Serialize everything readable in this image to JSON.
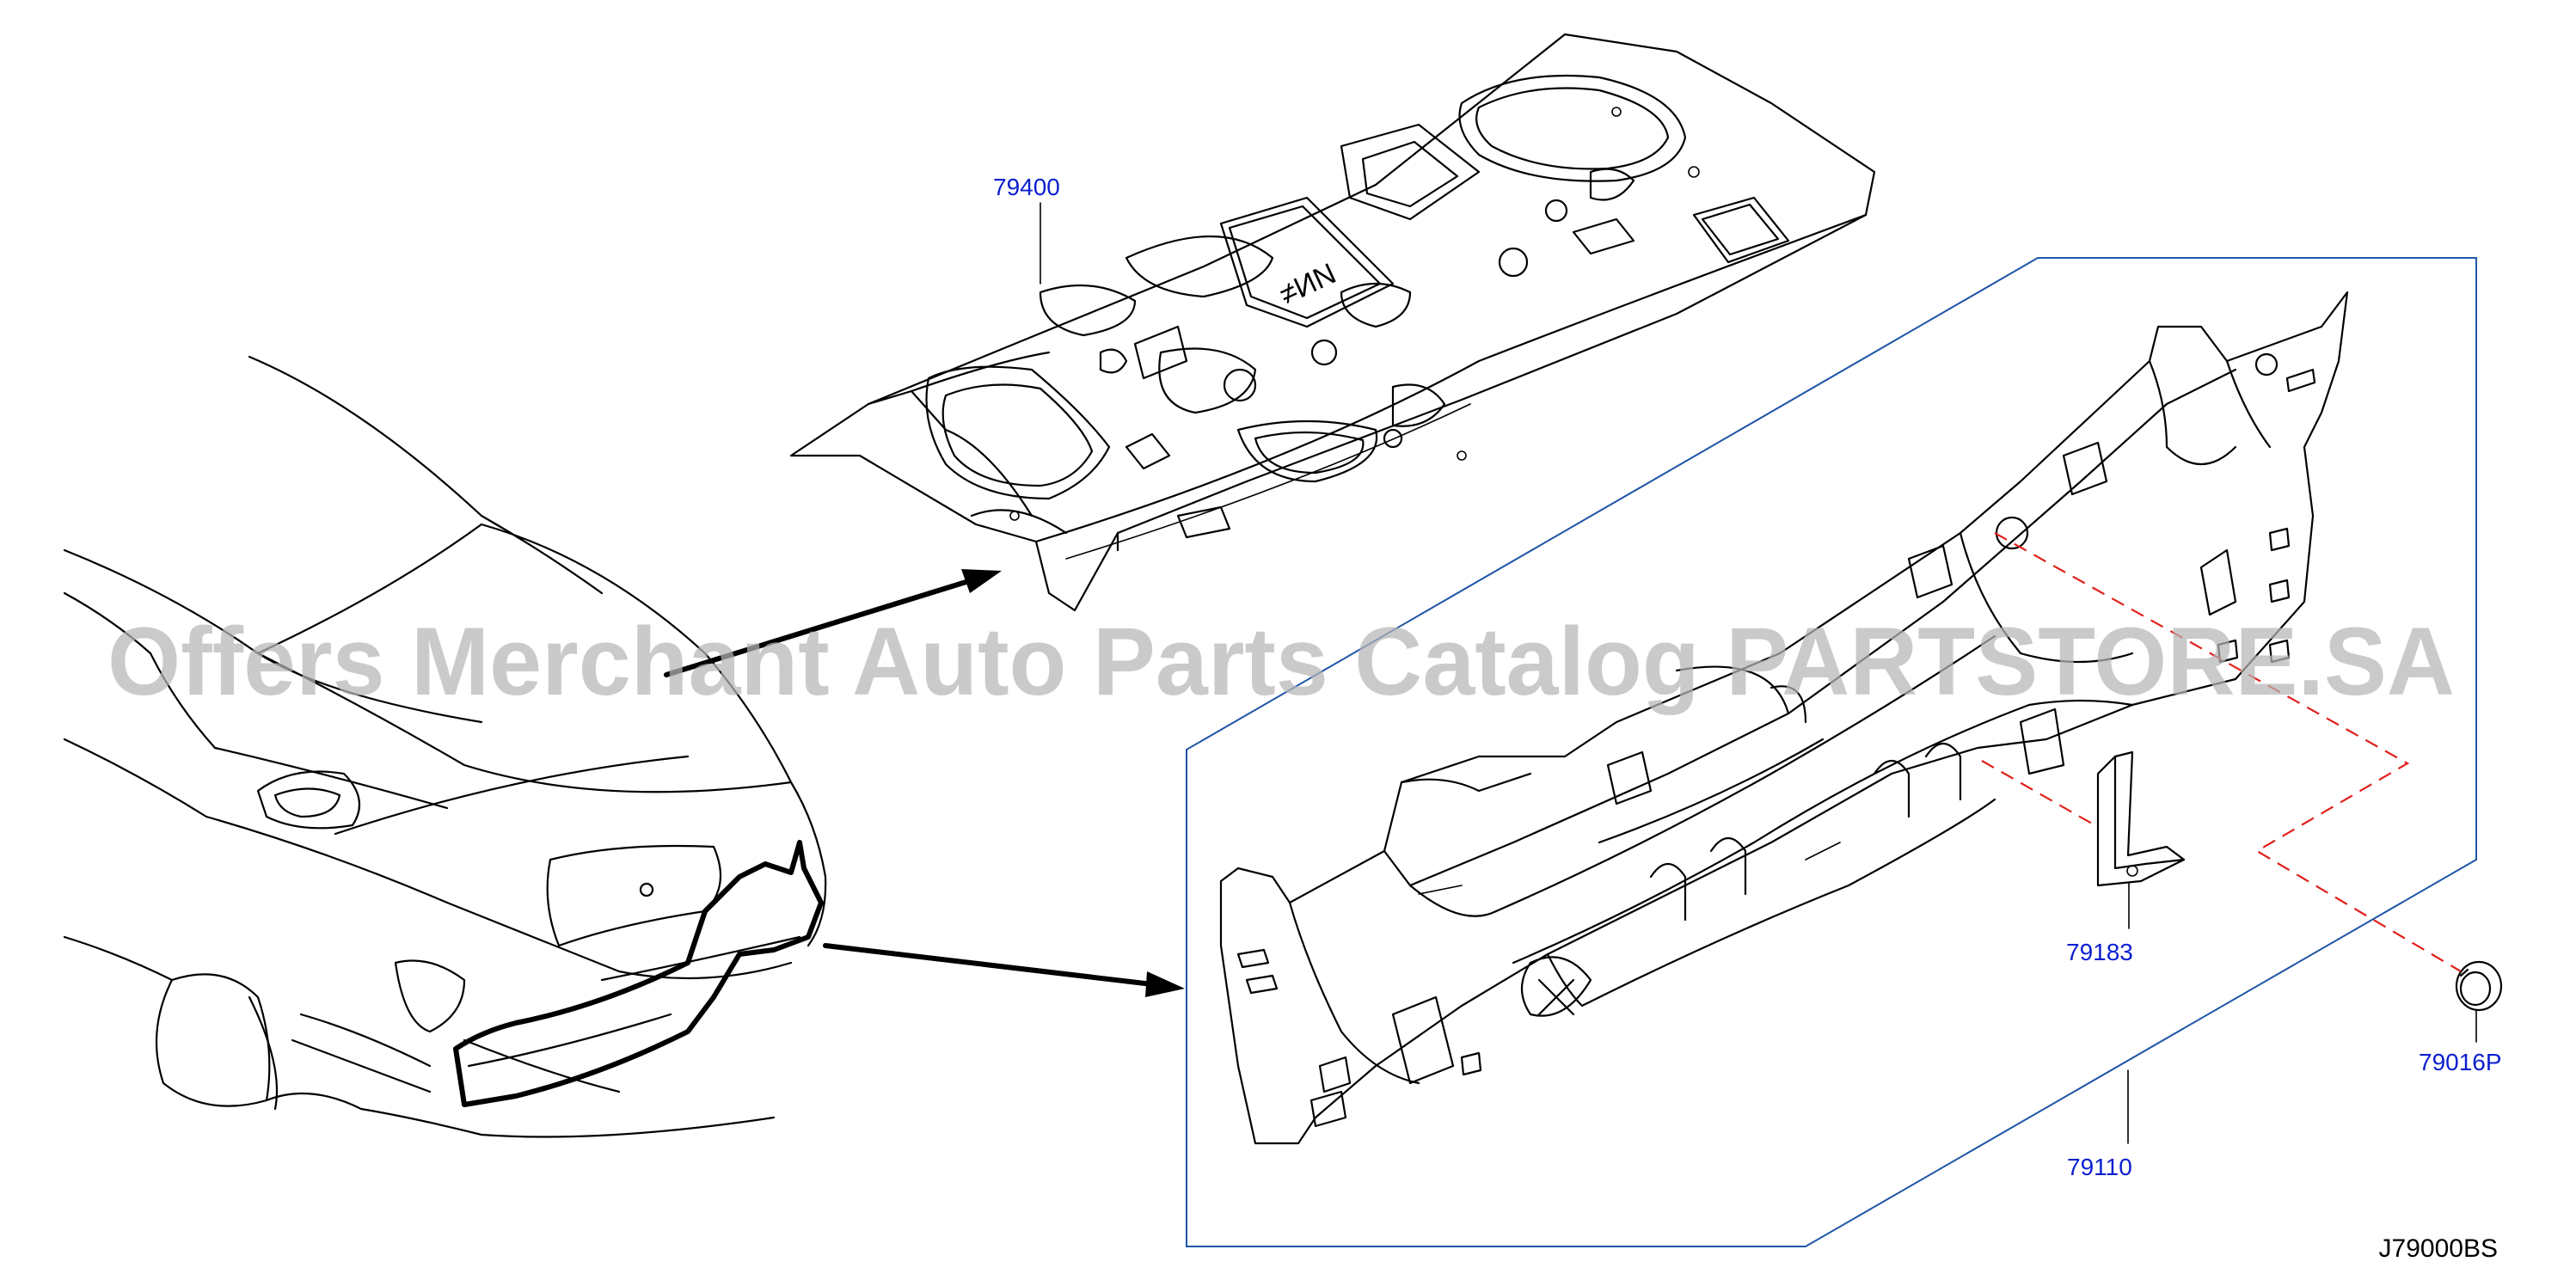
{
  "diagram": {
    "reference_code": "J79000BS",
    "watermark": "Offers Merchant Auto Parts Catalog PARTSTORE.SA",
    "colors": {
      "part_number": "#0b1fd0",
      "callout_box": "#1f55a8",
      "dashed_guide": "#e0201c",
      "linework": "#000000",
      "watermark": "#b5b5b5"
    },
    "parts": [
      {
        "number": "79400",
        "name_icon": "parcel-shelf-panel"
      },
      {
        "number": "79110",
        "name_icon": "rear-panel-assembly"
      },
      {
        "number": "79183",
        "name_icon": "bracket"
      },
      {
        "number": "79016P",
        "name_icon": "grommet-plug"
      }
    ]
  }
}
